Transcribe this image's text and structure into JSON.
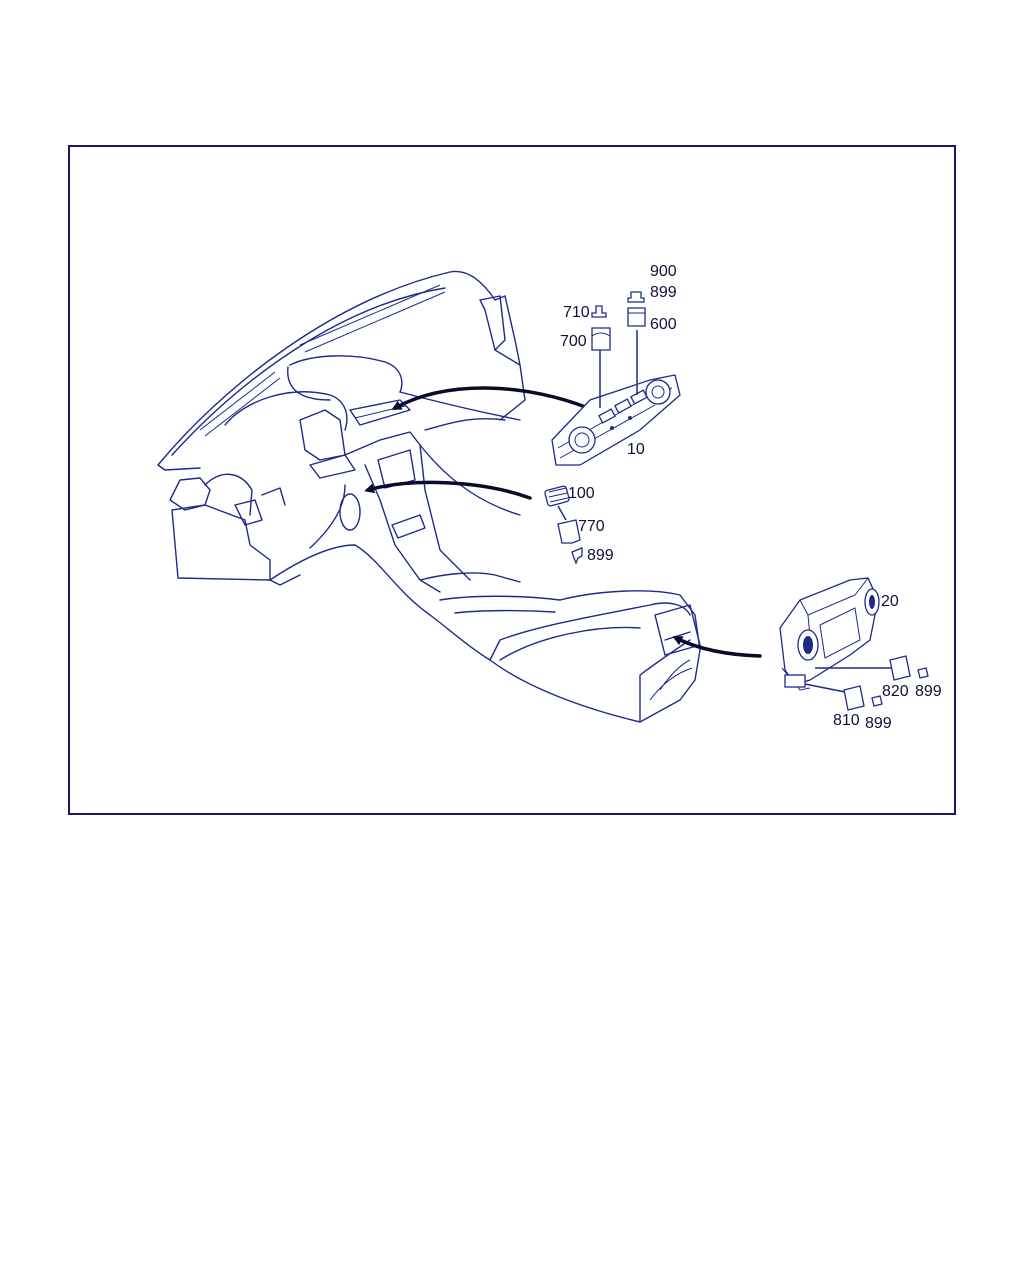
{
  "labels": {
    "p900": "900",
    "p899a": "899",
    "p710": "710",
    "p600": "600",
    "p700": "700",
    "p10": "10",
    "p100": "100",
    "p770": "770",
    "p899b": "899",
    "p20": "20",
    "p820": "820",
    "p899c": "899",
    "p810": "810",
    "p899d": "899"
  },
  "colors": {
    "line": "#1c2a8c",
    "text": "#10103c",
    "frame": "#1a1a5e"
  }
}
